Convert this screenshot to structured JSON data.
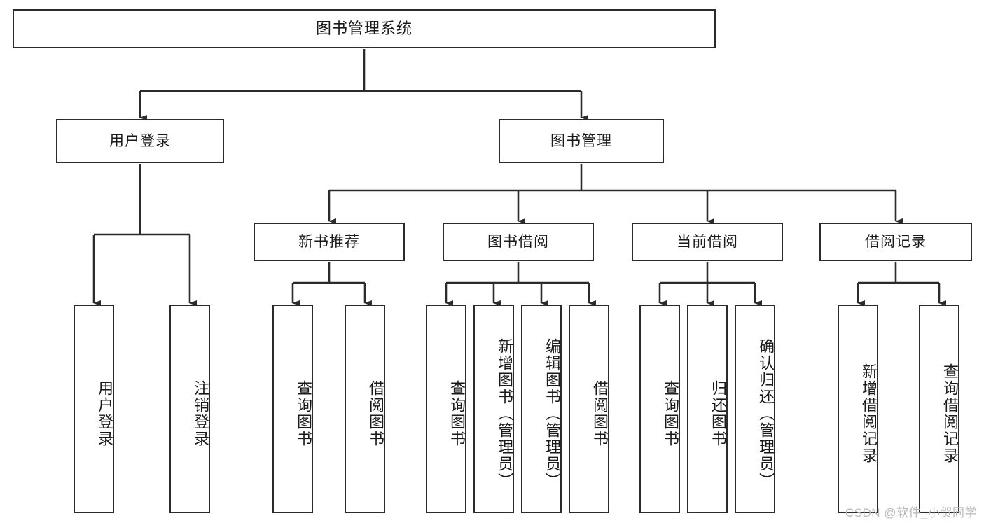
{
  "diagram": {
    "type": "tree-hierarchy",
    "title": "图书管理系统",
    "watermark": "CSDN @软件_小贺同学",
    "colors": {
      "stroke": "#2b2b2b",
      "fill": "#ffffff",
      "text": "#1a1a1a",
      "watermark": "#b9b9b9"
    },
    "nodes": {
      "root": {
        "label": "图书管理系统"
      },
      "level2": [
        {
          "id": "user-login",
          "label": "用户登录"
        },
        {
          "id": "book-manage",
          "label": "图书管理"
        }
      ],
      "level3": [
        {
          "id": "new-book-rec",
          "label": "新书推荐"
        },
        {
          "id": "book-borrow",
          "label": "图书借阅"
        },
        {
          "id": "current-borrow",
          "label": "当前借阅"
        },
        {
          "id": "borrow-record",
          "label": "借阅记录"
        }
      ],
      "leaves": {
        "user-login": [
          {
            "id": "leaf-user-login",
            "label": "用户登录"
          },
          {
            "id": "leaf-logout",
            "label": "注销登录"
          }
        ],
        "new-book-rec": [
          {
            "id": "leaf-query-book-1",
            "label": "查询图书"
          },
          {
            "id": "leaf-borrow-book-1",
            "label": "借阅图书"
          }
        ],
        "book-borrow": [
          {
            "id": "leaf-query-book-2",
            "label": "查询图书"
          },
          {
            "id": "leaf-add-book",
            "label": "新增图书（管理员）"
          },
          {
            "id": "leaf-edit-book",
            "label": "编辑图书（管理员）"
          },
          {
            "id": "leaf-borrow-book-2",
            "label": "借阅图书"
          }
        ],
        "current-borrow": [
          {
            "id": "leaf-query-book-3",
            "label": "查询图书"
          },
          {
            "id": "leaf-return-book",
            "label": "归还图书"
          },
          {
            "id": "leaf-confirm-return",
            "label": "确认归还（管理员）"
          }
        ],
        "borrow-record": [
          {
            "id": "leaf-add-record",
            "label": "新增借阅记录"
          },
          {
            "id": "leaf-query-record",
            "label": "查询借阅记录"
          }
        ]
      }
    }
  }
}
